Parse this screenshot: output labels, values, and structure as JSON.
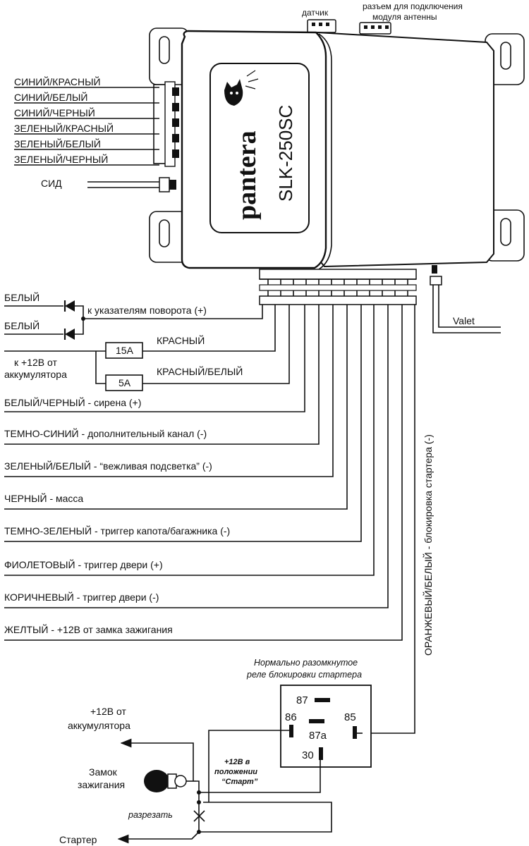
{
  "top_labels": {
    "sensor": "датчик",
    "antenna_line1": "разъем для подключения",
    "antenna_line2": "модуля антенны"
  },
  "unit": {
    "brand": "pantera",
    "model": "SLK-250SC"
  },
  "left_wires": [
    "СИНИЙ/КРАСНЫЙ",
    "СИНИЙ/БЕЛЫЙ",
    "СИНИЙ/ЧЕРНЫЙ",
    "ЗЕЛЕНЫЙ/КРАСНЫЙ",
    "ЗЕЛЕНЫЙ/БЕЛЫЙ",
    "ЗЕЛЕНЫЙ/ЧЕРНЫЙ"
  ],
  "led_label": "СИД",
  "valet_label": "Valet",
  "turn_signals": {
    "wire1": "БЕЛЫЙ",
    "wire2": "БЕЛЫЙ",
    "text": "к указателям поворота (+)"
  },
  "battery": {
    "line1": "к +12В от",
    "line2": "аккумулятора",
    "fuse1": "15А",
    "fuse2": "5А",
    "wire1": "КРАСНЫЙ",
    "wire2": "КРАСНЫЙ/БЕЛЫЙ"
  },
  "main_wires": [
    "БЕЛЫЙ/ЧЕРНЫЙ - сирена (+)",
    "ТЕМНО-СИНИЙ - дополнительный канал (-)",
    "ЗЕЛЕНЫЙ/БЕЛЫЙ - “вежливая подсветка”  (-)",
    "ЧЕРНЫЙ - масса",
    "ТЕМНО-ЗЕЛЕНЫЙ - триггер капота/багажника (-)",
    "ФИОЛЕТОВЫЙ - триггер двери (+)",
    "КОРИЧНЕВЫЙ - триггер двери (-)",
    "ЖЕЛТЫЙ - +12В от замка зажигания"
  ],
  "starter_block_wire": "ОРАНЖЕВЫЙ/БЕЛЫЙ - блокировка стартера (-)",
  "relay": {
    "title_line1": "Нормально разомкнутое",
    "title_line2": "реле блокировки стартера",
    "pin87": "87",
    "pin86": "86",
    "pin85": "85",
    "pin87a": "87а",
    "pin30": "30"
  },
  "bottom": {
    "battery_line1": "+12В от",
    "battery_line2": "аккумулятора",
    "ignition_line1": "Замок",
    "ignition_line2": "зажигания",
    "start_line1": "+12В в",
    "start_line2": "положении",
    "start_line3": "“Старт”",
    "cut": "разрезать",
    "starter": "Стартер"
  }
}
